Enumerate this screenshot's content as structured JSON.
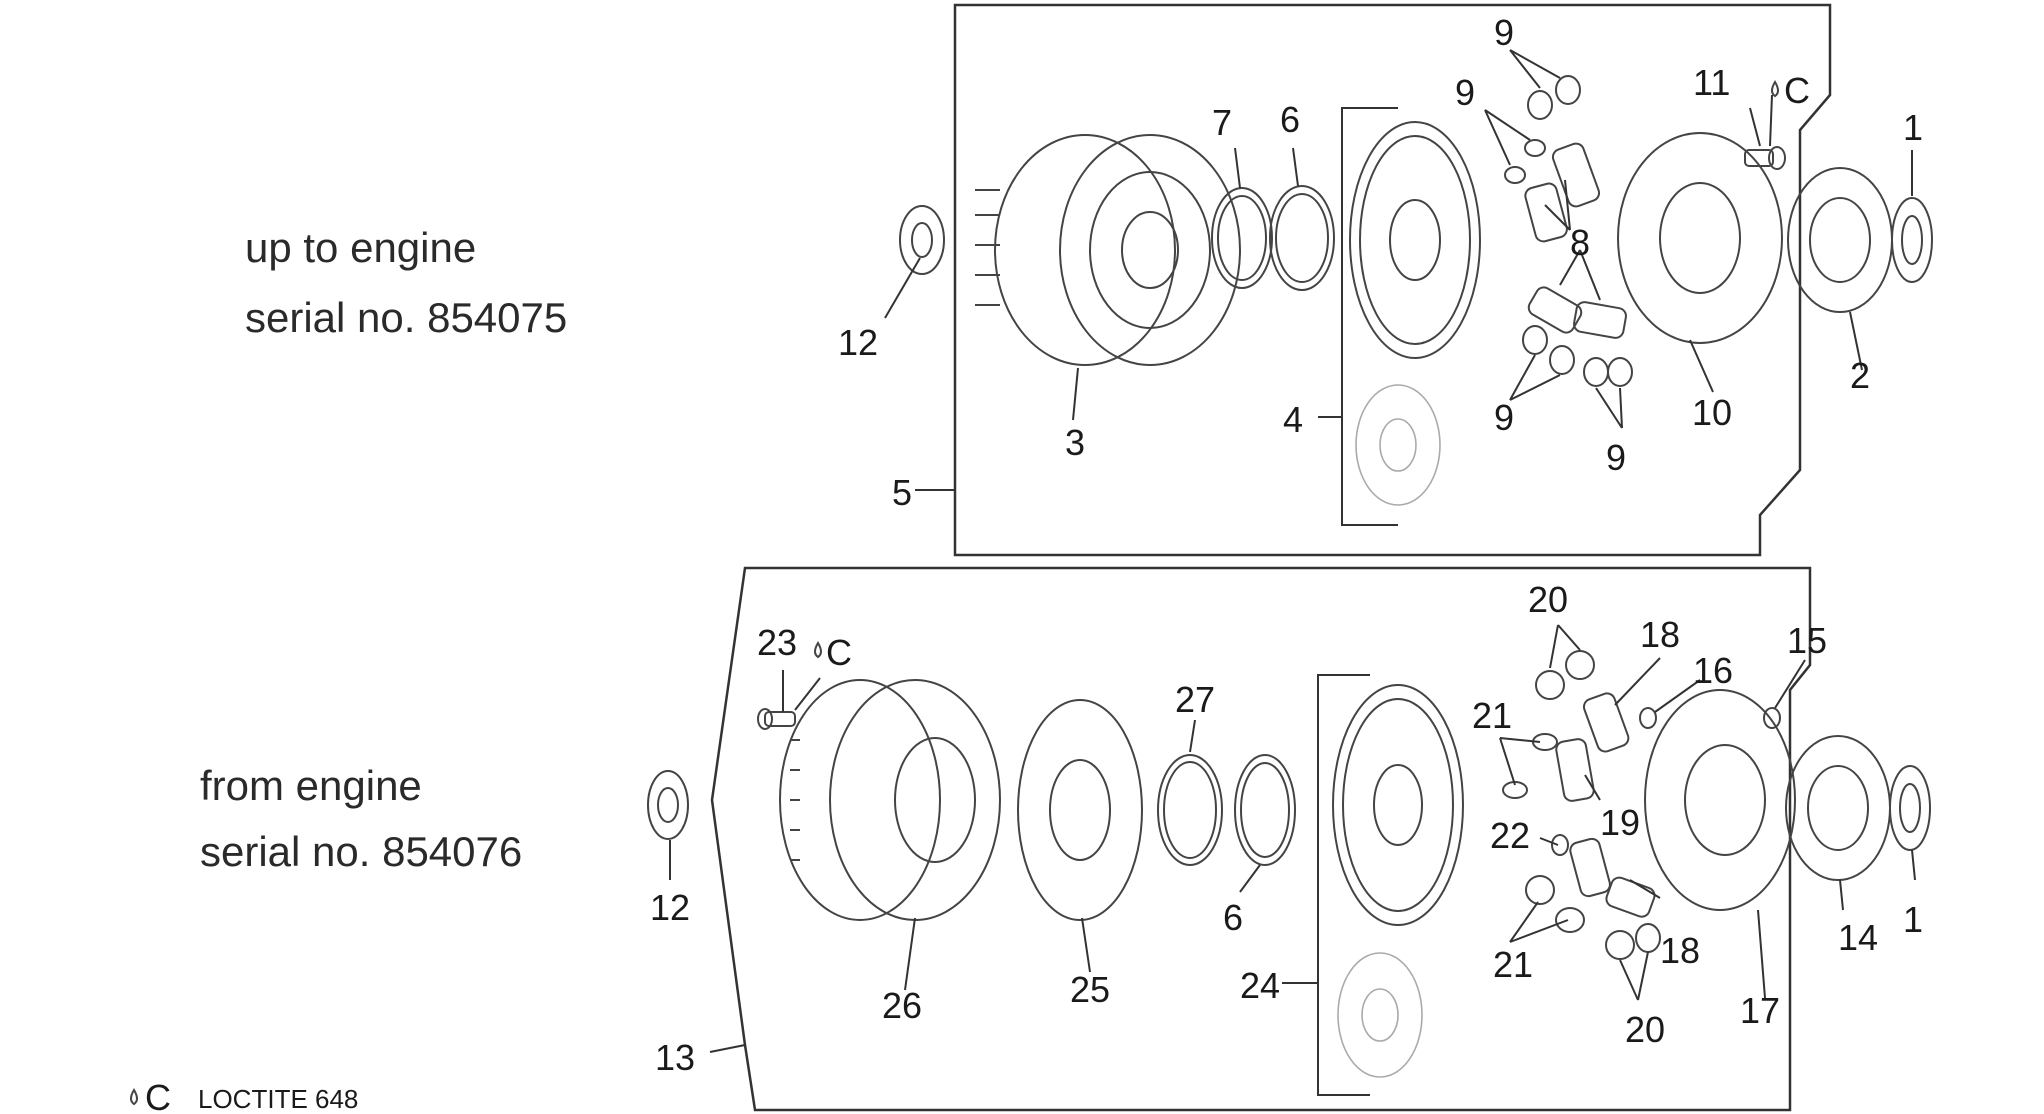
{
  "panels": {
    "upper": {
      "caption_line1": "up to engine",
      "caption_line2": "serial no. 854075"
    },
    "lower": {
      "caption_line1": "from engine",
      "caption_line2": "serial no. 854076"
    }
  },
  "legend": {
    "symbol": "C",
    "text": "LOCTITE 648"
  },
  "callouts": {
    "upper": {
      "n1": "1",
      "n2": "2",
      "n3": "3",
      "n4": "4",
      "n5": "5",
      "n6": "6",
      "n7": "7",
      "n8": "8",
      "n9": "9",
      "n10": "10",
      "n11": "11",
      "n11_sym": "C",
      "n12": "12"
    },
    "lower": {
      "n1": "1",
      "n6": "6",
      "n12": "12",
      "n13": "13",
      "n14": "14",
      "n15": "15",
      "n16": "16",
      "n17": "17",
      "n18": "18",
      "n19": "19",
      "n20": "20",
      "n21": "21",
      "n22": "22",
      "n23": "23",
      "n23_sym": "C",
      "n24": "24",
      "n25": "25",
      "n26": "26",
      "n27": "27"
    }
  }
}
